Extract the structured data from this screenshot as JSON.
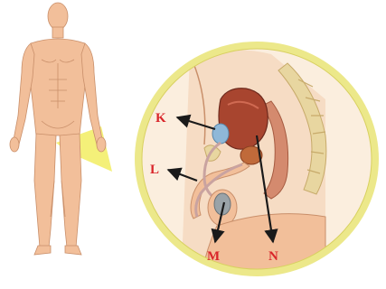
{
  "labels": {
    "k": "K",
    "l": "L",
    "m": "M",
    "n": "N"
  },
  "colors": {
    "label": "#d9252a",
    "arrow": "#1a1a1a",
    "skin": "#f2bf9a",
    "skin_outline": "#c98f6a",
    "lens_ring": "#ece88a",
    "lens_bg": "#fbeede",
    "highlight_wedge": "#f3ee6a",
    "bladder": "#a8452f",
    "gland": "#c06a3a",
    "blue_vesicle": "#8fb8d8",
    "tube": "#c9a3a0",
    "spine": "#e8d6a0"
  },
  "icons": {
    "figure": "human-body-outline-icon",
    "lens": "magnifier-lens-icon"
  }
}
